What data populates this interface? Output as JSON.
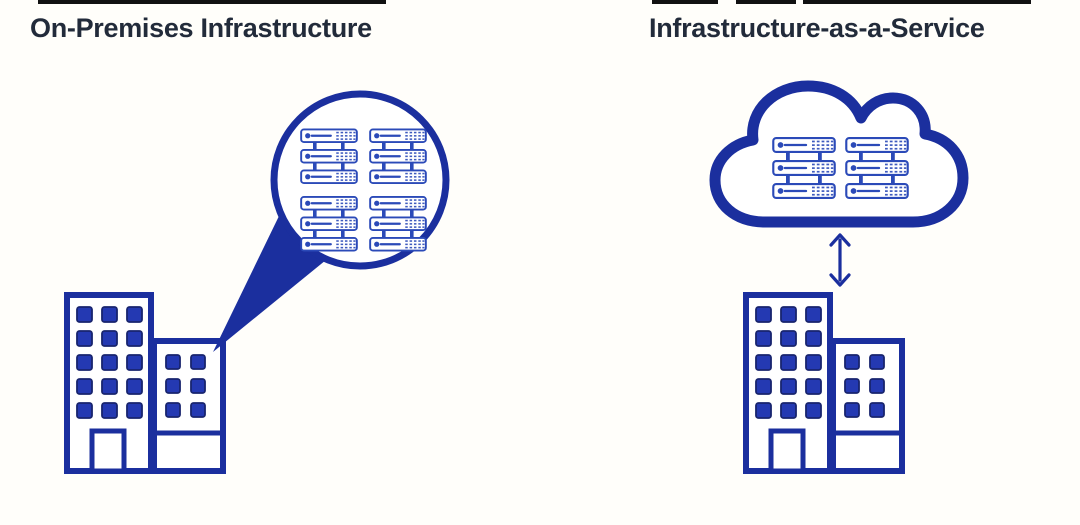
{
  "colors": {
    "background": "#fffefa",
    "primary": "#1b2f9e",
    "window": "#2439b2",
    "winstroke": "#18246e",
    "server": "#2b4ab8",
    "title": "#222b3a",
    "artifact": "#111111"
  },
  "left_panel": {
    "title": "On-Premises Infrastructure",
    "building_icon": "office-building",
    "callout_icon": "magnifier-circle-with-server-rack",
    "server_count": 12,
    "server_columns": 2,
    "server_rows": 6
  },
  "right_panel": {
    "title": "Infrastructure-as-a-Service",
    "cloud_icon": "cloud-with-servers",
    "arrow_icon": "bidirectional-vertical-arrow",
    "building_icon": "office-building",
    "server_count": 6,
    "server_columns": 2,
    "server_rows": 3
  }
}
